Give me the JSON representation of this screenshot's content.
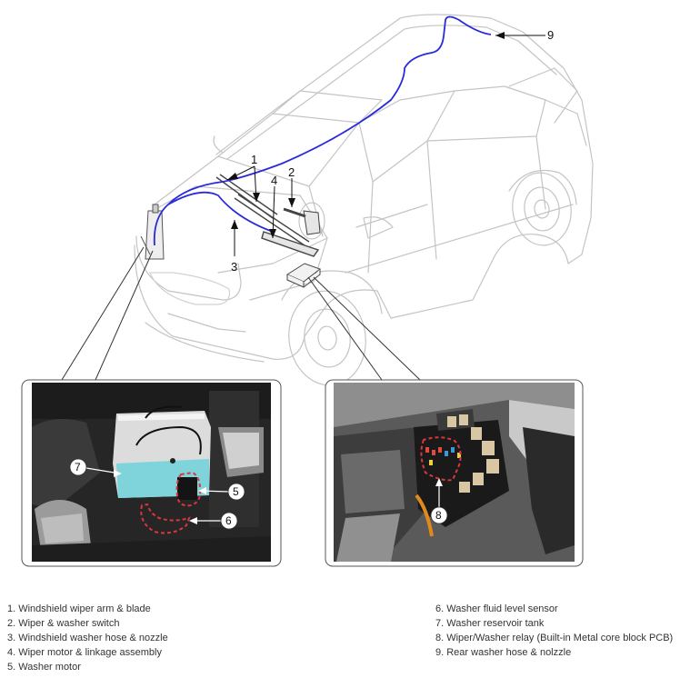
{
  "callouts": [
    "1",
    "2",
    "3",
    "4",
    "5",
    "6",
    "7",
    "8",
    "9"
  ],
  "legend": {
    "left": [
      "1. Windshield wiper arm & blade",
      "2. Wiper & washer switch",
      "3. Windshield washer hose & nozzle",
      "4. Wiper motor & linkage assembly",
      "5. Washer motor"
    ],
    "right": [
      "6. Washer fluid level sensor",
      "7. Washer reservoir tank",
      "8. Wiper/Washer relay (Built-in Metal core block PCB)",
      "9. Rear washer hose & nolzzle"
    ]
  },
  "colors": {
    "hose": "#2a2adb",
    "outline": "#bfbfbf",
    "highlight": "#d9363e",
    "frame": "#555555"
  }
}
